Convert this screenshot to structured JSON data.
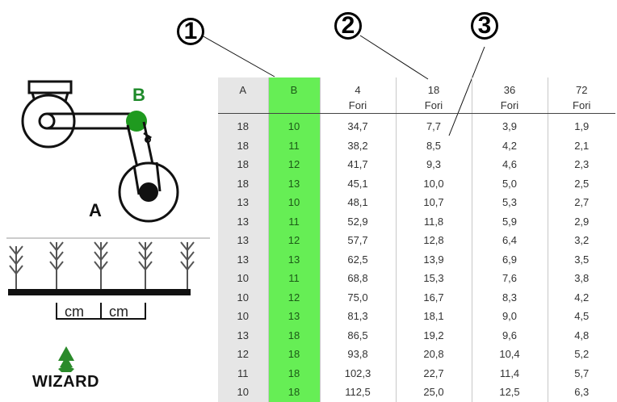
{
  "callouts": [
    "1",
    "2",
    "3"
  ],
  "diagram": {
    "label_B": "B",
    "label_A": "A",
    "unit_1": "cm",
    "unit_2": "cm"
  },
  "brand": {
    "name": "WIZARD",
    "logo_icon": "wizard-logo-icon"
  },
  "colors": {
    "highlight_column": "#66ee55",
    "label_B": "#1e8a2a",
    "sprocket_B": "#1f9a1f"
  },
  "table": {
    "headers": [
      {
        "line1": "A",
        "line2": ""
      },
      {
        "line1": "B",
        "line2": ""
      },
      {
        "line1": "4",
        "line2": "Fori"
      },
      {
        "line1": "18",
        "line2": "Fori"
      },
      {
        "line1": "36",
        "line2": "Fori"
      },
      {
        "line1": "72",
        "line2": "Fori"
      }
    ],
    "rows": [
      [
        "18",
        "10",
        "34,7",
        "7,7",
        "3,9",
        "1,9"
      ],
      [
        "18",
        "11",
        "38,2",
        "8,5",
        "4,2",
        "2,1"
      ],
      [
        "18",
        "12",
        "41,7",
        "9,3",
        "4,6",
        "2,3"
      ],
      [
        "18",
        "13",
        "45,1",
        "10,0",
        "5,0",
        "2,5"
      ],
      [
        "13",
        "10",
        "48,1",
        "10,7",
        "5,3",
        "2,7"
      ],
      [
        "13",
        "11",
        "52,9",
        "11,8",
        "5,9",
        "2,9"
      ],
      [
        "13",
        "12",
        "57,7",
        "12,8",
        "6,4",
        "3,2"
      ],
      [
        "13",
        "13",
        "62,5",
        "13,9",
        "6,9",
        "3,5"
      ],
      [
        "10",
        "11",
        "68,8",
        "15,3",
        "7,6",
        "3,8"
      ],
      [
        "10",
        "12",
        "75,0",
        "16,7",
        "8,3",
        "4,2"
      ],
      [
        "10",
        "13",
        "81,3",
        "18,1",
        "9,0",
        "4,5"
      ],
      [
        "13",
        "18",
        "86,5",
        "19,2",
        "9,6",
        "4,8"
      ],
      [
        "12",
        "18",
        "93,8",
        "20,8",
        "10,4",
        "5,2"
      ],
      [
        "11",
        "18",
        "102,3",
        "22,7",
        "11,4",
        "5,7"
      ],
      [
        "10",
        "18",
        "112,5",
        "25,0",
        "12,5",
        "6,3"
      ]
    ]
  }
}
